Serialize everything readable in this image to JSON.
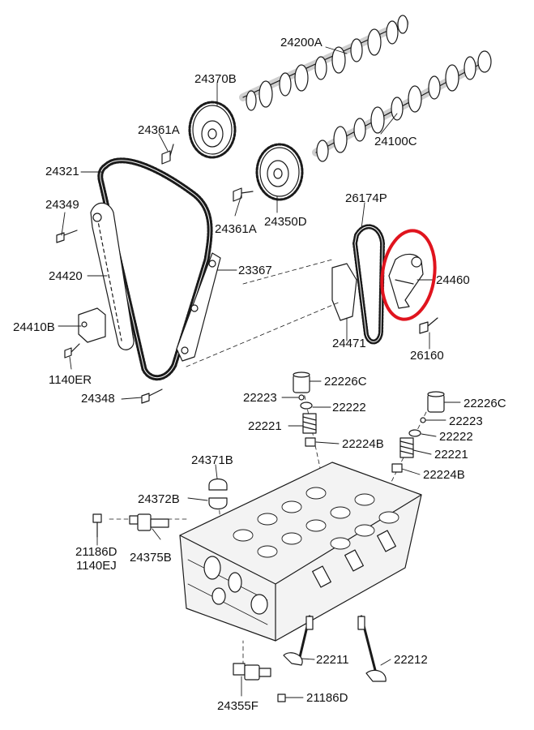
{
  "parts": [
    {
      "id": "p24200A",
      "label": "24200A"
    },
    {
      "id": "p24370B",
      "label": "24370B"
    },
    {
      "id": "p24100C",
      "label": "24100C"
    },
    {
      "id": "p24361A_top",
      "label": "24361A"
    },
    {
      "id": "p24321",
      "label": "24321"
    },
    {
      "id": "p24349",
      "label": "24349"
    },
    {
      "id": "p24361A_mid",
      "label": "24361A"
    },
    {
      "id": "p24350D",
      "label": "24350D"
    },
    {
      "id": "p26174P",
      "label": "26174P"
    },
    {
      "id": "p24420",
      "label": "24420"
    },
    {
      "id": "p23367",
      "label": "23367"
    },
    {
      "id": "p24460",
      "label": "24460"
    },
    {
      "id": "p24410B",
      "label": "24410B"
    },
    {
      "id": "p24471",
      "label": "24471"
    },
    {
      "id": "p26160",
      "label": "26160"
    },
    {
      "id": "p1140ER",
      "label": "1140ER"
    },
    {
      "id": "p24348",
      "label": "24348"
    },
    {
      "id": "p22226C_a",
      "label": "22226C"
    },
    {
      "id": "p22223_a",
      "label": "22223"
    },
    {
      "id": "p22222_a",
      "label": "22222"
    },
    {
      "id": "p22226C_b",
      "label": "22226C"
    },
    {
      "id": "p22221_a",
      "label": "22221"
    },
    {
      "id": "p22223_b",
      "label": "22223"
    },
    {
      "id": "p22224B_a",
      "label": "22224B"
    },
    {
      "id": "p22222_b",
      "label": "22222"
    },
    {
      "id": "p22221_b",
      "label": "22221"
    },
    {
      "id": "p24371B",
      "label": "24371B"
    },
    {
      "id": "p22224B_b",
      "label": "22224B"
    },
    {
      "id": "p24372B",
      "label": "24372B"
    },
    {
      "id": "p21186D_a",
      "label": "21186D"
    },
    {
      "id": "p1140EJ",
      "label": "1140EJ"
    },
    {
      "id": "p24375B",
      "label": "24375B"
    },
    {
      "id": "p22211",
      "label": "22211"
    },
    {
      "id": "p22212",
      "label": "22212"
    },
    {
      "id": "p24355F",
      "label": "24355F"
    },
    {
      "id": "p21186D_b",
      "label": "21186D"
    }
  ],
  "highlight": {
    "part": "24460",
    "color": "#e0141e"
  },
  "colors": {
    "line": "#1a1a1a",
    "fill": "#ffffff",
    "shade": "#d8d8d8"
  }
}
